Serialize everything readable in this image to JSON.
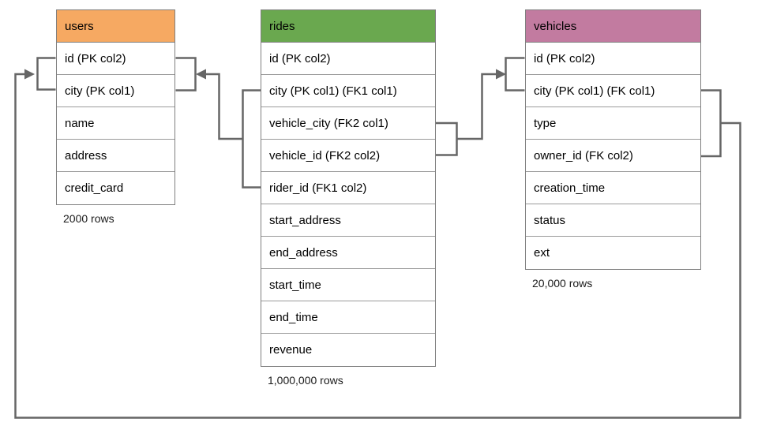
{
  "page": {
    "background": "#ffffff"
  },
  "diagram": {
    "connector_color": "#666666",
    "table_border_color": "#7f7f7f",
    "tables": [
      {
        "name": "users",
        "header_color": "#F6A962",
        "columns": [
          "id (PK col2)",
          "city (PK col1)",
          "name",
          "address",
          "credit_card"
        ],
        "rows_label": "2000 rows"
      },
      {
        "name": "rides",
        "header_color": "#6AA84F",
        "columns": [
          "id (PK col2)",
          "city (PK col1) (FK1 col1)",
          "vehicle_city (FK2 col1)",
          "vehicle_id (FK2 col2)",
          "rider_id (FK1 col2)",
          "start_address",
          "end_address",
          "start_time",
          "end_time",
          "revenue"
        ],
        "rows_label": "1,000,000 rows"
      },
      {
        "name": "vehicles",
        "header_color": "#C27BA0",
        "columns": [
          "id (PK col2)",
          "city (PK col1) (FK col1)",
          "type",
          "owner_id (FK col2)",
          "creation_time",
          "status",
          "ext"
        ],
        "rows_label": "20,000 rows"
      }
    ]
  }
}
